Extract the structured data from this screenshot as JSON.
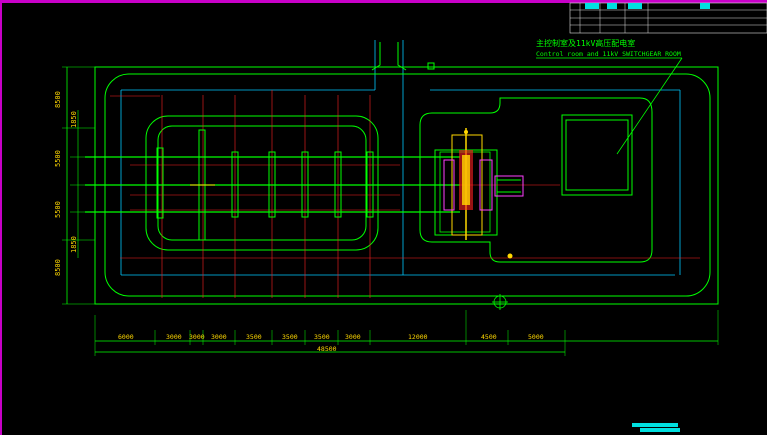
{
  "drawing": {
    "room_label_cn": "主控制室及11kV高压配电室",
    "room_label_en": "Control room and 11kV SWITCHGEAR ROOM",
    "vertical_dims": [
      "8500",
      "1850",
      "5500",
      "5500",
      "1850",
      "8500"
    ],
    "horizontal_dims": [
      "6000",
      "3000",
      "3000",
      "3000",
      "3500",
      "3500",
      "3500",
      "3000",
      "12000",
      "4500",
      "5000"
    ],
    "total_dim": "48500"
  },
  "colors": {
    "background": "#000000",
    "wall": "#00ff00",
    "axis": "#ff2020",
    "boundary": "#00c8ff",
    "equipment": "#ffd800",
    "accent": "#ff40ff",
    "frame": "#c800c8"
  }
}
